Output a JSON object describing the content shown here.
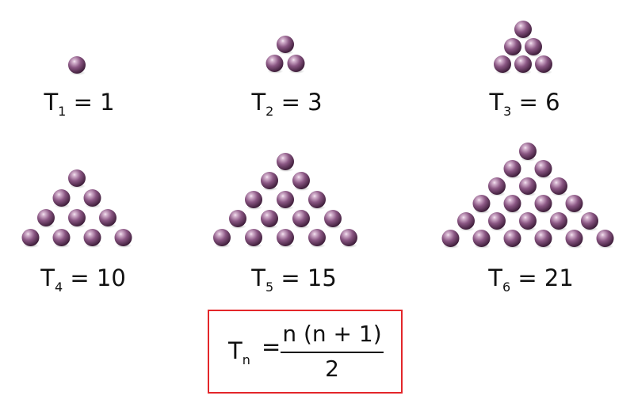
{
  "terms": [
    {
      "symbol": "T",
      "sub": "1",
      "eq": "=",
      "value": "1",
      "rows": 1
    },
    {
      "symbol": "T",
      "sub": "2",
      "eq": "=",
      "value": "3",
      "rows": 2
    },
    {
      "symbol": "T",
      "sub": "3",
      "eq": "=",
      "value": "6",
      "rows": 3
    },
    {
      "symbol": "T",
      "sub": "4",
      "eq": "=",
      "value": "10",
      "rows": 4
    },
    {
      "symbol": "T",
      "sub": "5",
      "eq": "=",
      "value": "15",
      "rows": 5
    },
    {
      "symbol": "T",
      "sub": "6",
      "eq": "=",
      "value": "21",
      "rows": 6
    }
  ],
  "formula": {
    "symbol": "T",
    "sub": "n",
    "eq": "=",
    "numerator": "n (n + 1)",
    "denominator": "2"
  },
  "colors": {
    "ball_highlight": "#d8b7d2",
    "ball_mid": "#8a5683",
    "ball_dark": "#3c1c38",
    "formula_border": "#e3262a"
  }
}
